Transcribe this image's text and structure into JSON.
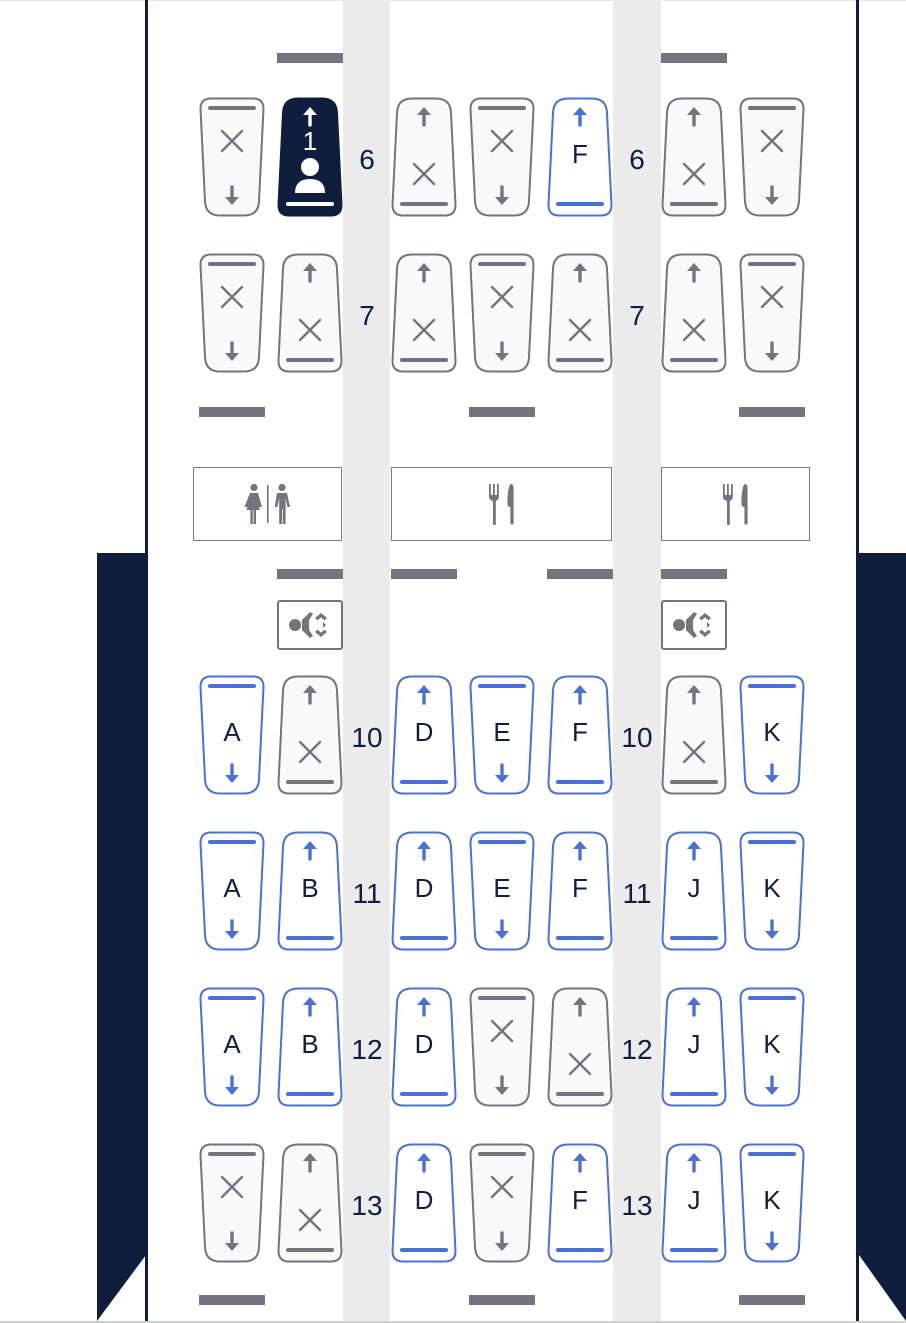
{
  "colors": {
    "fuselage": "#101e3e",
    "aisle": "#ebebeb",
    "bar": "#74737e",
    "available": "#4a72d4",
    "unavailable": "#74737e",
    "selected_fill": "#101e3e"
  },
  "aisle_rows_left": [
    "6",
    "7",
    "10",
    "11",
    "12",
    "13"
  ],
  "aisle_rows_right": [
    "6",
    "7",
    "10",
    "11",
    "12",
    "13"
  ],
  "facilities": [
    {
      "name": "lavatory",
      "icon": "lavatory-icon"
    },
    {
      "name": "galley-center",
      "icon": "fork-knife-icon"
    },
    {
      "name": "galley-right",
      "icon": "fork-knife-icon"
    }
  ],
  "bassinets": [
    {
      "position": "left",
      "icon": "bassinet-icon"
    },
    {
      "position": "right",
      "icon": "bassinet-icon"
    }
  ],
  "rows": [
    {
      "number": "6",
      "seats": [
        {
          "col": "A",
          "status": "unavailable",
          "facing": "down",
          "label": ""
        },
        {
          "col": "B",
          "status": "selected",
          "facing": "up",
          "label": "1",
          "passenger": "1"
        },
        {
          "col": "D",
          "status": "unavailable",
          "facing": "up",
          "label": ""
        },
        {
          "col": "E",
          "status": "unavailable",
          "facing": "down",
          "label": ""
        },
        {
          "col": "F",
          "status": "available",
          "facing": "up",
          "label": "F"
        },
        {
          "col": "J",
          "status": "unavailable",
          "facing": "up",
          "label": ""
        },
        {
          "col": "K",
          "status": "unavailable",
          "facing": "down",
          "label": ""
        }
      ]
    },
    {
      "number": "7",
      "seats": [
        {
          "col": "A",
          "status": "unavailable",
          "facing": "down",
          "label": ""
        },
        {
          "col": "B",
          "status": "unavailable",
          "facing": "up",
          "label": ""
        },
        {
          "col": "D",
          "status": "unavailable",
          "facing": "up",
          "label": ""
        },
        {
          "col": "E",
          "status": "unavailable",
          "facing": "down",
          "label": ""
        },
        {
          "col": "F",
          "status": "unavailable",
          "facing": "up",
          "label": ""
        },
        {
          "col": "J",
          "status": "unavailable",
          "facing": "up",
          "label": ""
        },
        {
          "col": "K",
          "status": "unavailable",
          "facing": "down",
          "label": ""
        }
      ]
    },
    {
      "number": "10",
      "seats": [
        {
          "col": "A",
          "status": "available",
          "facing": "down",
          "label": "A"
        },
        {
          "col": "B",
          "status": "unavailable",
          "facing": "up",
          "label": ""
        },
        {
          "col": "D",
          "status": "available",
          "facing": "up",
          "label": "D"
        },
        {
          "col": "E",
          "status": "available",
          "facing": "down",
          "label": "E"
        },
        {
          "col": "F",
          "status": "available",
          "facing": "up",
          "label": "F"
        },
        {
          "col": "J",
          "status": "unavailable",
          "facing": "up",
          "label": ""
        },
        {
          "col": "K",
          "status": "available",
          "facing": "down",
          "label": "K"
        }
      ]
    },
    {
      "number": "11",
      "seats": [
        {
          "col": "A",
          "status": "available",
          "facing": "down",
          "label": "A"
        },
        {
          "col": "B",
          "status": "available",
          "facing": "up",
          "label": "B"
        },
        {
          "col": "D",
          "status": "available",
          "facing": "up",
          "label": "D"
        },
        {
          "col": "E",
          "status": "available",
          "facing": "down",
          "label": "E"
        },
        {
          "col": "F",
          "status": "available",
          "facing": "up",
          "label": "F"
        },
        {
          "col": "J",
          "status": "available",
          "facing": "up",
          "label": "J"
        },
        {
          "col": "K",
          "status": "available",
          "facing": "down",
          "label": "K"
        }
      ]
    },
    {
      "number": "12",
      "seats": [
        {
          "col": "A",
          "status": "available",
          "facing": "down",
          "label": "A"
        },
        {
          "col": "B",
          "status": "available",
          "facing": "up",
          "label": "B"
        },
        {
          "col": "D",
          "status": "available",
          "facing": "up",
          "label": "D"
        },
        {
          "col": "E",
          "status": "unavailable",
          "facing": "down",
          "label": ""
        },
        {
          "col": "F",
          "status": "unavailable",
          "facing": "up",
          "label": ""
        },
        {
          "col": "J",
          "status": "available",
          "facing": "up",
          "label": "J"
        },
        {
          "col": "K",
          "status": "available",
          "facing": "down",
          "label": "K"
        }
      ]
    },
    {
      "number": "13",
      "seats": [
        {
          "col": "A",
          "status": "unavailable",
          "facing": "down",
          "label": ""
        },
        {
          "col": "B",
          "status": "unavailable",
          "facing": "up",
          "label": ""
        },
        {
          "col": "D",
          "status": "available",
          "facing": "up",
          "label": "D"
        },
        {
          "col": "E",
          "status": "unavailable",
          "facing": "down",
          "label": ""
        },
        {
          "col": "F",
          "status": "available",
          "facing": "up",
          "label": "F"
        },
        {
          "col": "J",
          "status": "available",
          "facing": "up",
          "label": "J"
        },
        {
          "col": "K",
          "status": "available",
          "facing": "down",
          "label": "K"
        }
      ]
    }
  ]
}
